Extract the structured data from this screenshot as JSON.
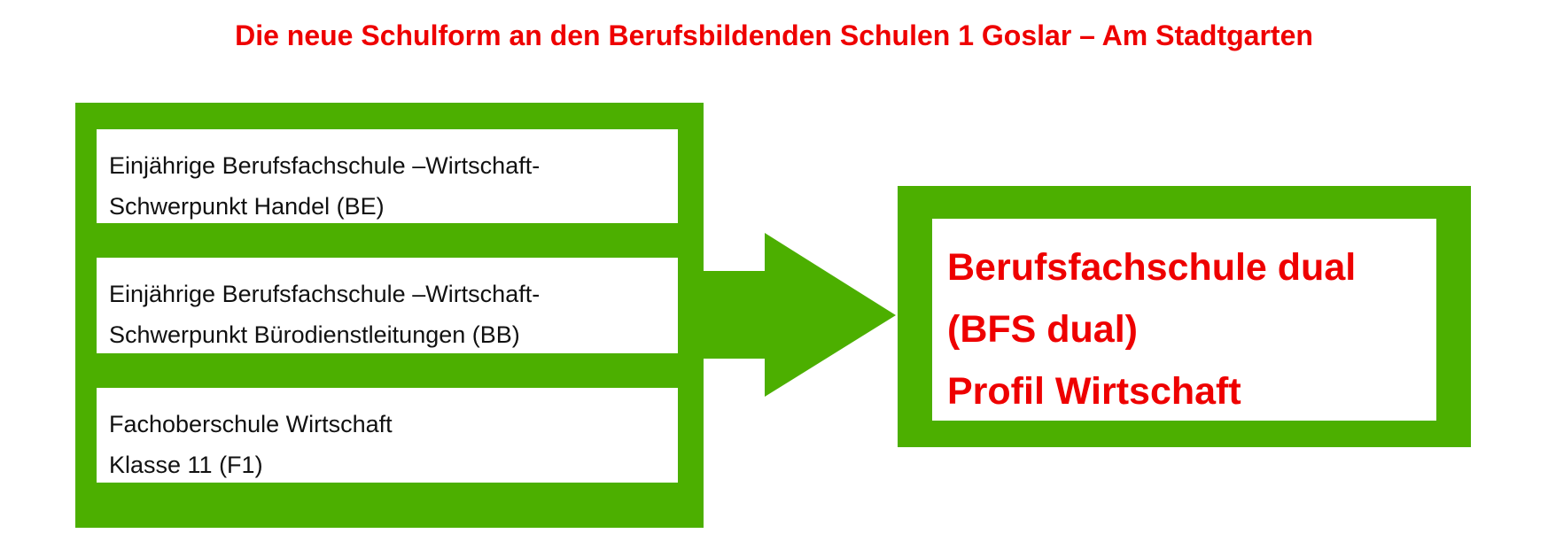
{
  "title": "Die neue Schulform an den Berufsbildenden Schulen 1 Goslar – Am Stadtgarten",
  "sources": [
    {
      "text": "Einjährige Berufsfachschule –Wirtschaft-\nSchwerpunkt Handel (BE)"
    },
    {
      "text": "Einjährige Berufsfachschule –Wirtschaft-\nSchwerpunkt Bürodienstleitungen (BB)"
    },
    {
      "text": "Fachoberschule Wirtschaft\nKlasse 11 (F1)"
    }
  ],
  "target": {
    "text": "Berufsfachschule dual\n(BFS dual)\nProfil Wirtschaft"
  },
  "colors": {
    "green": "#4caf00",
    "red": "#ee0000"
  }
}
